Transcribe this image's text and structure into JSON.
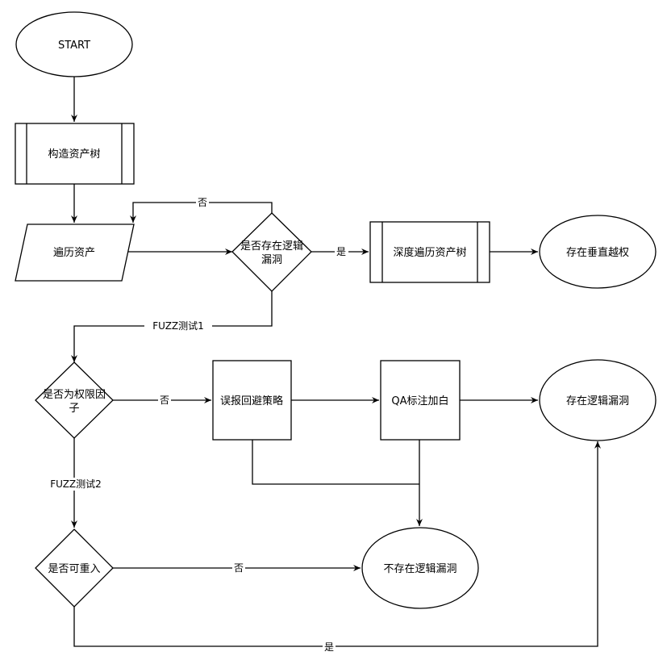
{
  "nodes": {
    "start": "START",
    "build_tree": "构造资产树",
    "traverse": "遍历资产",
    "has_logic_vuln": [
      "是否存在逻辑",
      "漏洞"
    ],
    "deep_traverse": "深度遍历资产树",
    "vertical_priv": "存在垂直越权",
    "is_perm_factor": [
      "是否为权限因",
      "子"
    ],
    "false_positive": "误报回避策略",
    "qa_whitelist": "QA标注加白",
    "logic_vuln_exists": "存在逻辑漏洞",
    "is_reentrant": "是否可重入",
    "no_logic_vuln": "不存在逻辑漏洞"
  },
  "edge_labels": {
    "loop_no": "否",
    "yes_deep": "是",
    "fuzz1": "FUZZ测试1",
    "perm_no": "否",
    "fuzz2": "FUZZ测试2",
    "reentrant_no": "否",
    "reentrant_yes": "是"
  }
}
